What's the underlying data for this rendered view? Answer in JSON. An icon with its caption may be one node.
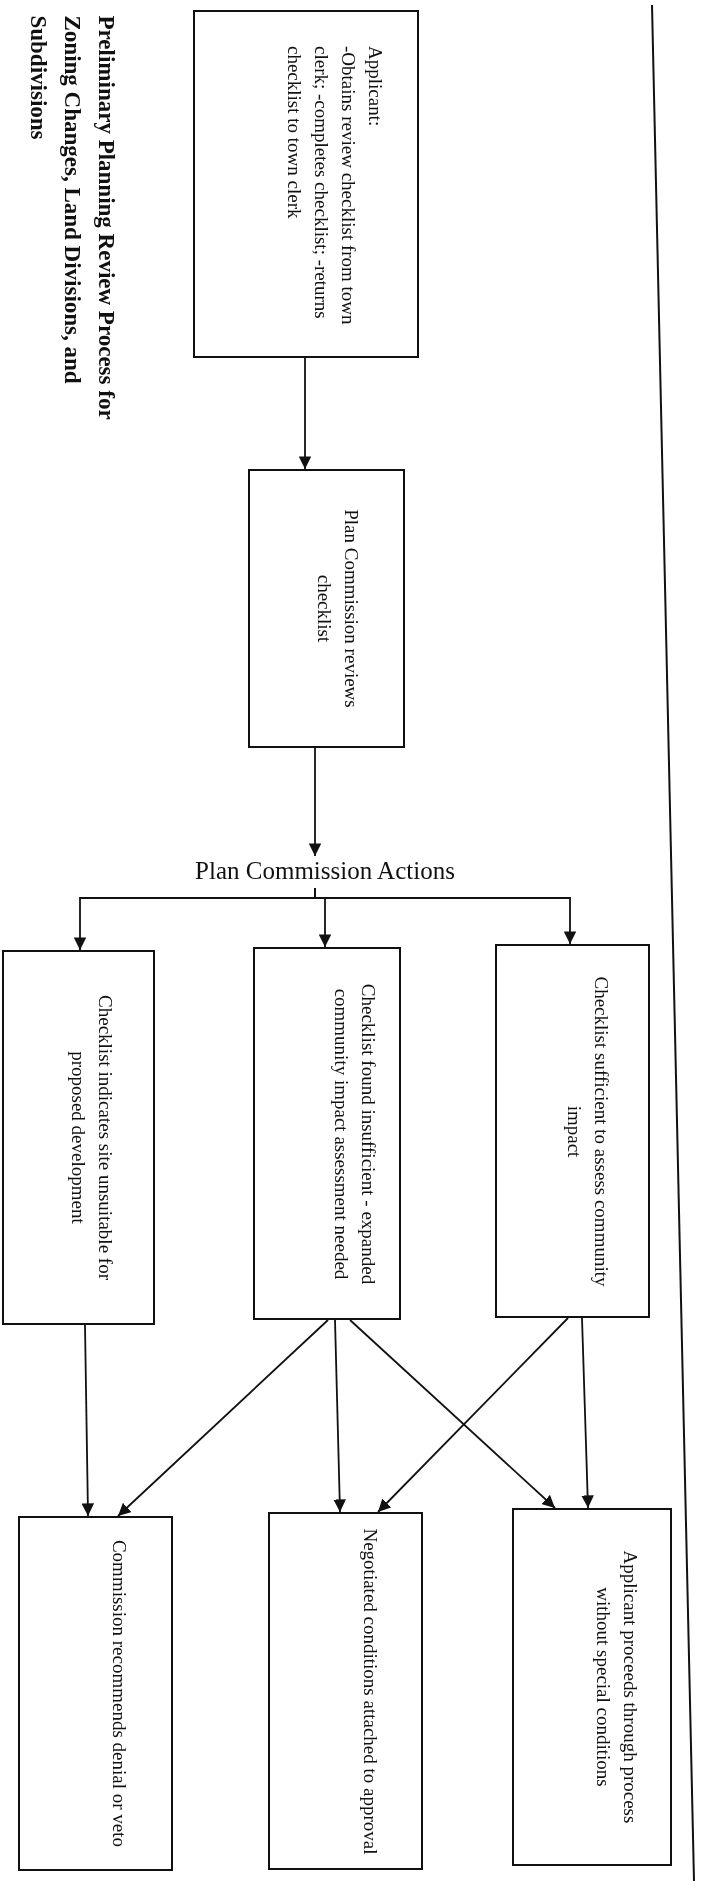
{
  "diagram": {
    "title": "Preliminary Planning Review Process for Zoning Changes, Land Divisions, and Subdivisions",
    "nodes": [
      {
        "text": [
          "Applicant:",
          "-Obtains review checklist from town clerk; -completes checklist; -returns checklist to town clerk"
        ]
      },
      {
        "text": [
          "Plan Commission reviews checklist"
        ]
      },
      {
        "text": [
          "Plan Commission Actions"
        ]
      },
      {
        "text": [
          "Checklist indicates site unsuitable for proposed development"
        ]
      },
      {
        "text": [
          "Checklist found insufficient - expanded community impact assessment needed"
        ]
      },
      {
        "text": [
          "Checklist sufficient to assess community impact"
        ]
      },
      {
        "text": [
          "Commission recommends denial or veto"
        ]
      },
      {
        "text": [
          "Negotiated conditions attached to approval"
        ]
      },
      {
        "text": [
          "Applicant proceeds through process without special conditions"
        ]
      }
    ],
    "edges": [
      {
        "from": 0,
        "to": 1,
        "arrow": "to"
      },
      {
        "from": 1,
        "to": 2,
        "arrow": "to"
      },
      {
        "from": 2,
        "to": 3,
        "arrow": "to"
      },
      {
        "from": 2,
        "to": 4,
        "arrow": "to"
      },
      {
        "from": 2,
        "to": 5,
        "arrow": "to"
      },
      {
        "from": 3,
        "to": 6,
        "arrow": "to"
      },
      {
        "from": 4,
        "to": 6,
        "arrow": "to"
      },
      {
        "from": 4,
        "to": 7,
        "arrow": "to"
      },
      {
        "from": 4,
        "to": 8,
        "arrow": "to"
      },
      {
        "from": 5,
        "to": 7,
        "arrow": "to"
      },
      {
        "from": 5,
        "to": 8,
        "arrow": "to"
      }
    ]
  }
}
